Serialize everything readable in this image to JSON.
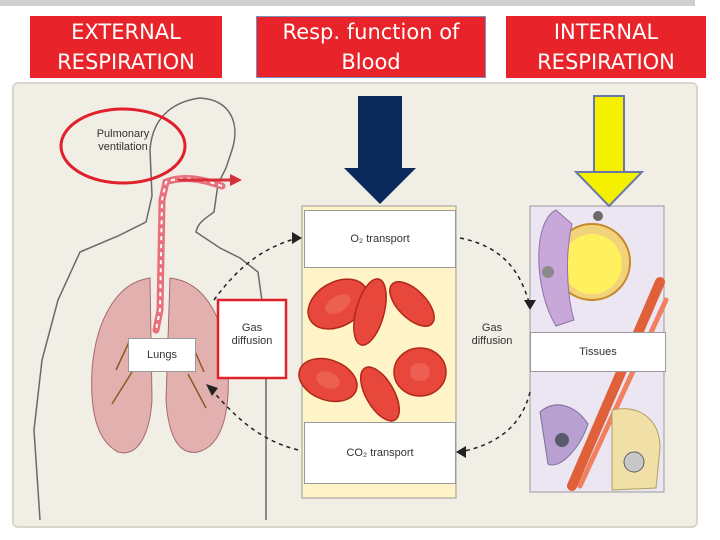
{
  "headers": {
    "external": [
      "EXTERNAL",
      "RESPIRATION"
    ],
    "blood": [
      "Resp. function of",
      "Blood"
    ],
    "internal": [
      "INTERNAL",
      "RESPIRATION"
    ]
  },
  "diagram": {
    "pulmonary_ventilation": [
      "Pulmonary",
      "ventilation"
    ],
    "lungs": "Lungs",
    "gas_diffusion_left": [
      "Gas",
      "diffusion"
    ],
    "gas_diffusion_right": [
      "Gas",
      "diffusion"
    ],
    "o2_transport": "O₂ transport",
    "co2_transport": "CO₂ transport",
    "tissues": "Tissues"
  },
  "colors": {
    "header_red": "#e8242a",
    "blood_arrow": "#0b2a5c",
    "internal_arrow": "#f5f000",
    "highlight_red": "#e0202a"
  }
}
